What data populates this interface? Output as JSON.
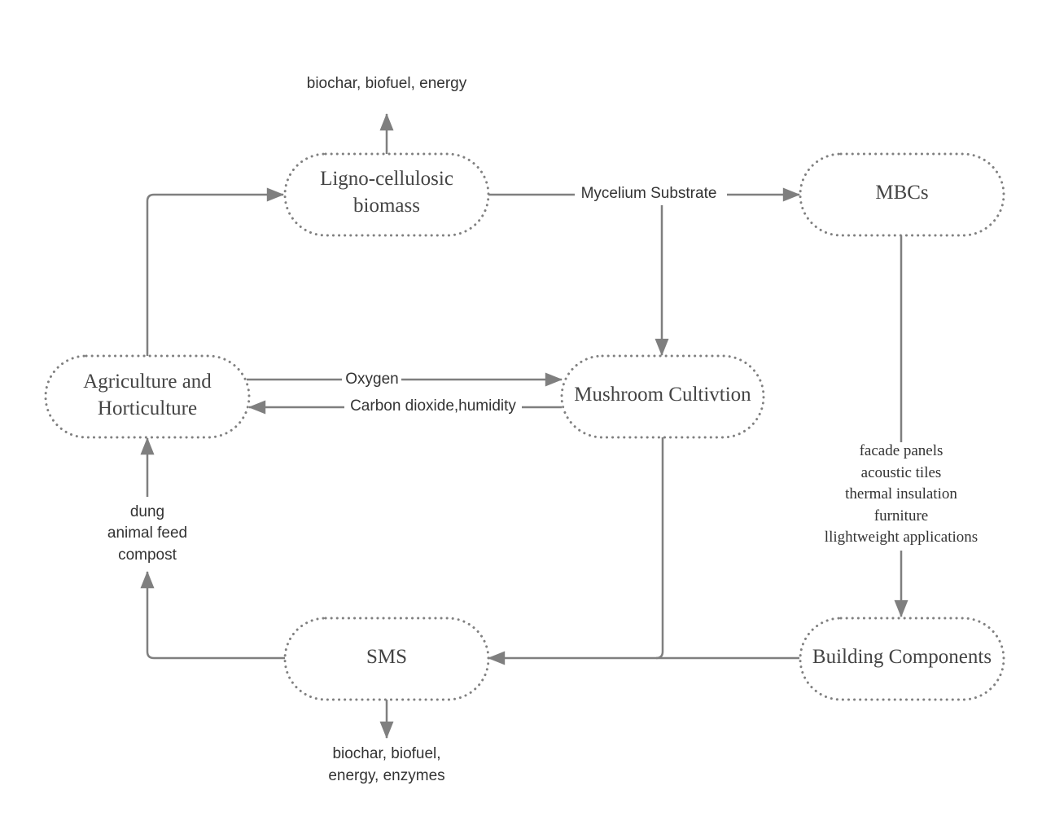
{
  "nodes": {
    "biomass": {
      "lines": [
        "Ligno-cellulosic",
        "biomass"
      ]
    },
    "mbcs": {
      "lines": [
        "MBCs"
      ]
    },
    "agriculture": {
      "lines": [
        "Agriculture and",
        "Horticulture"
      ]
    },
    "mushroom": {
      "lines": [
        "Mushroom Cultivtion"
      ]
    },
    "sms": {
      "lines": [
        "SMS"
      ]
    },
    "building": {
      "lines": [
        "Building Components"
      ]
    }
  },
  "labels": {
    "biomass_outputs": [
      "biochar, biofuel, energy"
    ],
    "mycelium_substrate": [
      "Mycelium Substrate"
    ],
    "oxygen": [
      "Oxygen"
    ],
    "co2_humidity": [
      "Carbon dioxide,humidity"
    ],
    "sms_to_agri": [
      "dung",
      "animal feed",
      "compost"
    ],
    "mbc_applications": [
      "facade panels",
      "acoustic tiles",
      "thermal insulation",
      "furniture",
      "llightweight applications"
    ],
    "sms_outputs": [
      "biochar, biofuel,",
      "energy, enzymes"
    ]
  },
  "colors": {
    "stroke": "#808080",
    "arrow": "#7f7f7f",
    "text": "#333333"
  }
}
